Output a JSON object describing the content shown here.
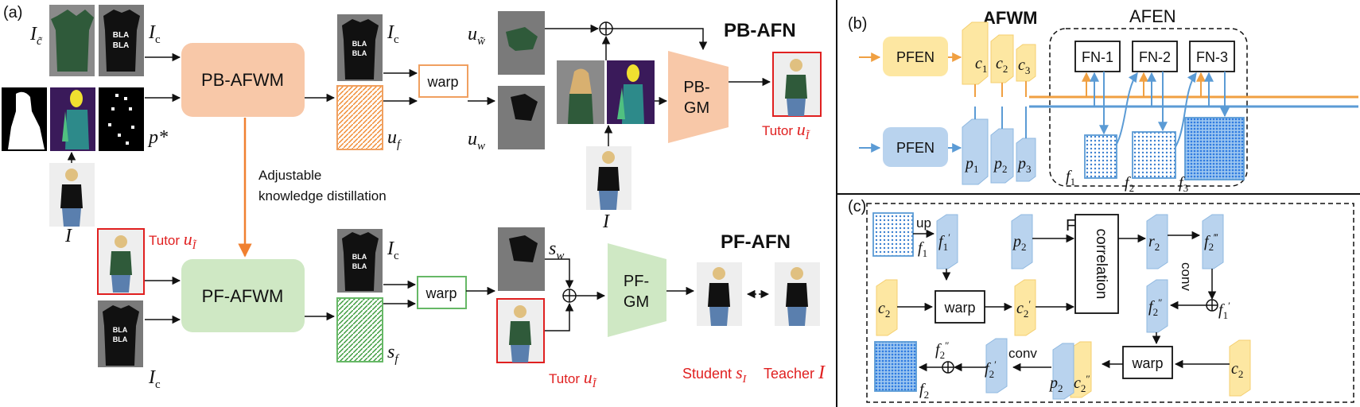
{
  "panel_a": {
    "label": "(a)",
    "pb_afn_title": "PB-AFN",
    "pf_afn_title": "PF-AFN",
    "pb_afwm": "PB-AFWM",
    "pf_afwm": "PF-AFWM",
    "pb_gm_line1": "PB-",
    "pb_gm_line2": "GM",
    "pf_gm_line1": "PF-",
    "pf_gm_line2": "GM",
    "warp": "warp",
    "distill_line1": "Adjustable",
    "distill_line2": "knowledge distillation",
    "sym_I_ctilde": "I",
    "sym_Ic": "I",
    "sym_Ic_sub": "c",
    "sym_p_star": "p*",
    "sym_I": "I",
    "sym_uf": "u",
    "sym_uf_sub": "f",
    "sym_u_wtilde": "u",
    "sym_uw": "u",
    "sym_uw_sub": "w",
    "sym_sw": "s",
    "sym_sw_sub": "w",
    "sym_sf": "s",
    "sym_sf_sub": "f",
    "tutor_prefix": "Tutor ",
    "tutor_sym": "u",
    "tutor_sub": "Ĩ",
    "student_prefix": "Student ",
    "student_sym": "s",
    "student_sub": "I",
    "teacher_prefix": "Teacher ",
    "teacher_sym": "I",
    "shirt_text_1": "BLA",
    "shirt_text_2": "BLA"
  },
  "panel_b": {
    "label": "(b)",
    "afwm": "AFWM",
    "afen": "AFEN",
    "pfen": "PFEN",
    "fn1": "FN-1",
    "fn2": "FN-2",
    "fn3": "FN-3",
    "c": "c",
    "p": "p",
    "f": "f"
  },
  "panel_c": {
    "label": "(c)",
    "fn": "FN",
    "up": "up",
    "conv": "conv",
    "warp": "warp",
    "correlation": "correlation"
  },
  "colors": {
    "orange_block": "#f8c8a8",
    "green_block": "#cfe8c4",
    "yellow_block": "#fde7a2",
    "blue_block": "#b9d3ee",
    "orange_line": "#f0a042",
    "blue_line": "#5b9bd5",
    "red_text": "#e02020",
    "distill_arrow": "#f08030",
    "warp_orange": "#f0a060",
    "warp_green": "#66b866"
  }
}
